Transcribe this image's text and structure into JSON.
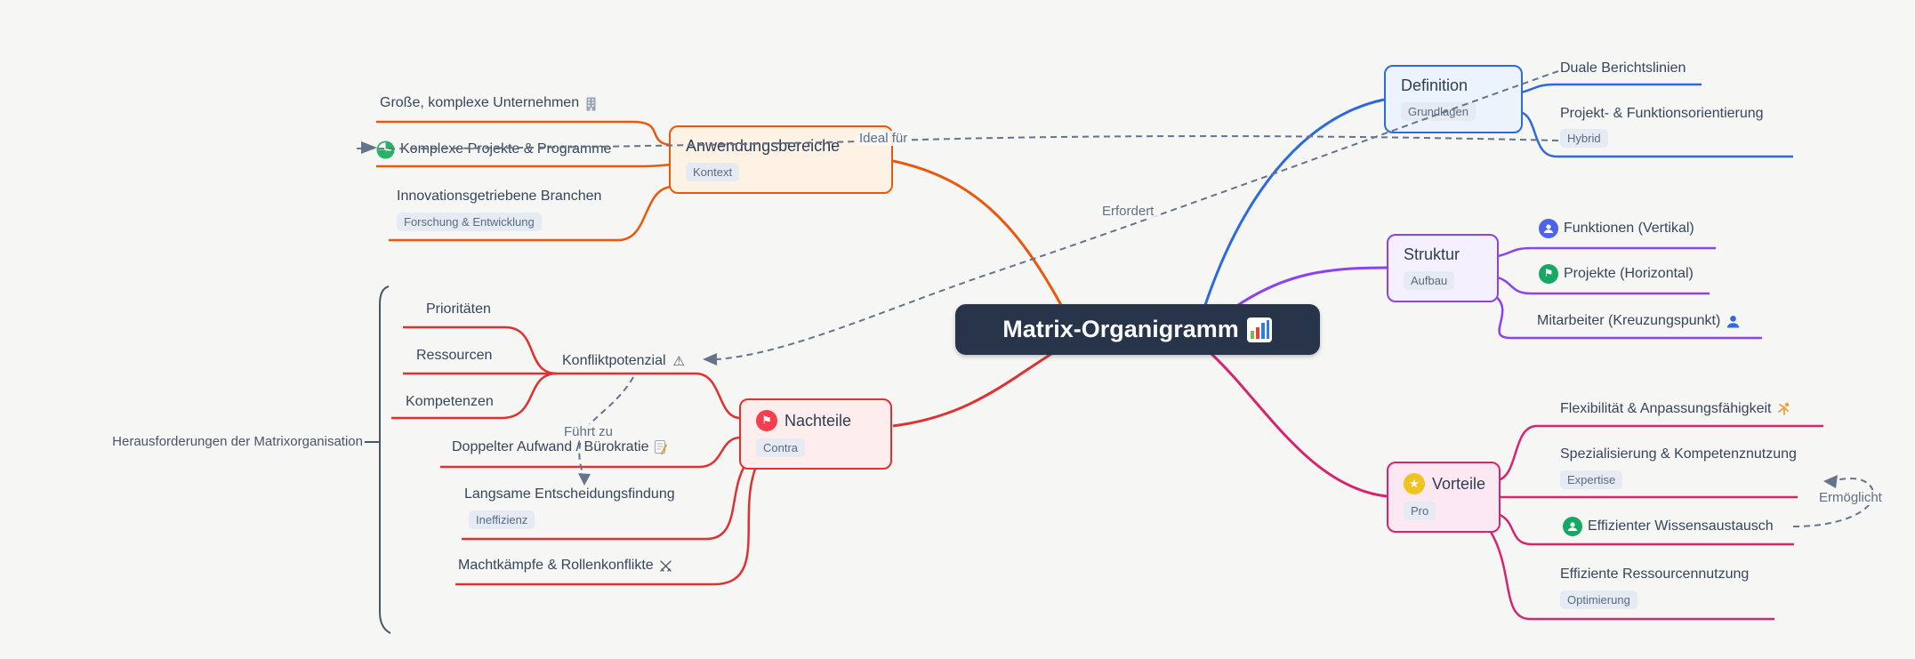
{
  "central": {
    "label": "Matrix-Organigramm",
    "icon": "bar-chart-icon"
  },
  "branches": {
    "definition": {
      "label": "Definition",
      "badge": "Grundlagen",
      "children": {
        "duale": {
          "label": "Duale Berichtslinien"
        },
        "projekt_funktion": {
          "label": "Projekt- & Funktionsorientierung",
          "badge": "Hybrid"
        }
      }
    },
    "struktur": {
      "label": "Struktur",
      "badge": "Aufbau",
      "children": {
        "funktionen": {
          "label": "Funktionen (Vertikal)"
        },
        "projekte": {
          "label": "Projekte (Horizontal)"
        },
        "mitarbeiter": {
          "label": "Mitarbeiter (Kreuzungspunkt)"
        }
      }
    },
    "vorteile": {
      "label": "Vorteile",
      "badge": "Pro",
      "children": {
        "flexibilitaet": {
          "label": "Flexibilität & Anpassungsfähigkeit"
        },
        "spezialisierung": {
          "label": "Spezialisierung & Kompetenznutzung",
          "badge": "Expertise"
        },
        "wissensaustausch": {
          "label": "Effizienter Wissensaustausch"
        },
        "ressourcennutzung": {
          "label": "Effiziente Ressourcennutzung",
          "badge": "Optimierung"
        }
      }
    },
    "anwendungsbereiche": {
      "label": "Anwendungsbereiche",
      "badge": "Kontext",
      "children": {
        "unternehmen": {
          "label": "Große, komplexe Unternehmen"
        },
        "komplexe_projekte": {
          "label": "Komplexe Projekte & Programme"
        },
        "branchen": {
          "label": "Innovationsgetriebene Branchen",
          "badge": "Forschung & Entwicklung"
        }
      }
    },
    "nachteile": {
      "label": "Nachteile",
      "badge": "Contra",
      "children": {
        "konfliktpotenzial": {
          "label": "Konfliktpotenzial",
          "children": {
            "prioritaeten": {
              "label": "Prioritäten"
            },
            "ressourcen": {
              "label": "Ressourcen"
            },
            "kompetenzen": {
              "label": "Kompetenzen"
            }
          }
        },
        "aufwand": {
          "label": "Doppelter Aufwand / Bürokratie"
        },
        "entscheidung": {
          "label": "Langsame Entscheidungsfindung",
          "badge": "Ineffizienz"
        },
        "machtkaempfe": {
          "label": "Machtkämpfe & Rollenkonflikte"
        }
      }
    }
  },
  "cross_links": {
    "erfordert": {
      "label": "Erfordert"
    },
    "ideal_fuer": {
      "label": "Ideal für"
    },
    "fuehrt_zu": {
      "label": "Führt zu"
    },
    "ermoeglicht": {
      "label": "Ermöglicht"
    }
  },
  "bracket": {
    "label": "Herausforderungen der Matrixorganisation"
  },
  "glyphs": {
    "star": "★",
    "flag": "⚑",
    "warning": "⚠"
  },
  "colors": {
    "background": "#f6f6f4",
    "central_bg": "#28344a",
    "definition_blue": "#2b6ae0",
    "struktur_purple": "#8b42ef",
    "vorteile_pink": "#d6246e",
    "anwendung_orange": "#e8590c",
    "nachteile_red": "#e03131",
    "crosslink_gray": "#64748b",
    "text": "#36465a",
    "badge_bg": "#e5eaf3",
    "badge_text": "#5b6b82"
  }
}
